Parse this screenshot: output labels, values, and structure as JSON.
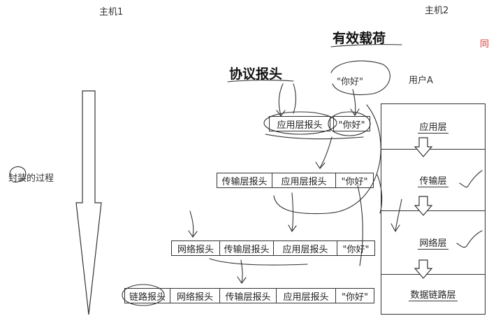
{
  "headers": {
    "host1": "主机1",
    "host2": "主机2",
    "user": "用户A",
    "edge_char": "同"
  },
  "annotations": {
    "payload": "有效载荷",
    "protocol_header": "协议报头",
    "process": "封装的过程",
    "hello_quoted": "\"你好\""
  },
  "rows": {
    "app": [
      "应用层报头",
      "\"你好\""
    ],
    "transport": [
      "传输层报头",
      "应用层报头",
      "\"你好\""
    ],
    "network": [
      "网络报头",
      "传输层报头",
      "应用层报头",
      "\"你好\""
    ],
    "link": [
      "链路报头",
      "网络报头",
      "传输层报头",
      "应用层报头",
      "\"你好\""
    ]
  },
  "stack": [
    "应用层",
    "传输层",
    "网络层",
    "数据链路层"
  ]
}
